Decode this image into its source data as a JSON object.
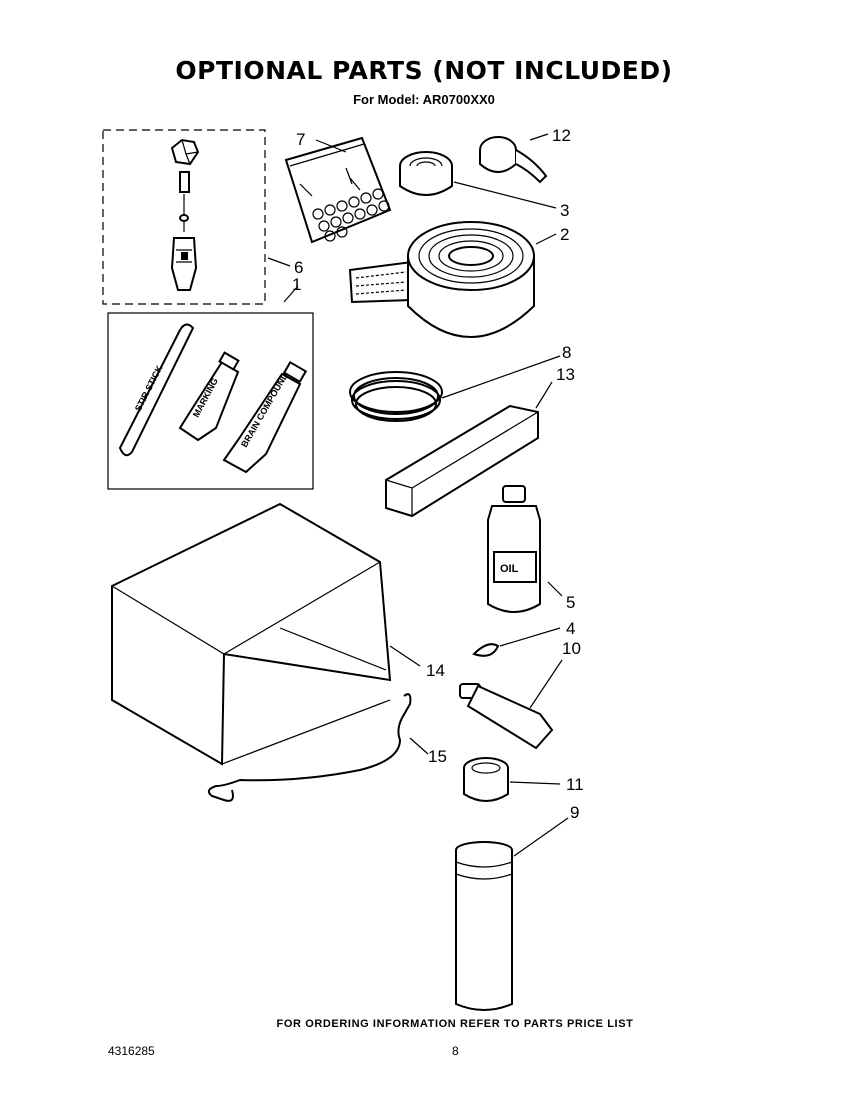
{
  "title": "OPTIONAL PARTS (NOT INCLUDED)",
  "subtitle": "For Model: AR0700XX0",
  "footer": "FOR ORDERING INFORMATION REFER TO PARTS PRICE LIST",
  "document_number": "4316285",
  "page_number": "8",
  "callouts": {
    "c1": "1",
    "c2": "2",
    "c3": "3",
    "c4": "4",
    "c5": "5",
    "c6": "6",
    "c7": "7",
    "c8": "8",
    "c9": "9",
    "c10": "10",
    "c11": "11",
    "c12": "12",
    "c13": "13",
    "c14": "14",
    "c15": "15"
  },
  "item_labels": {
    "stir_stick": "STIR STICK",
    "tube_small": "MARKING",
    "tube_large": "BRAIN COMPOUND",
    "bottle": "OIL"
  }
}
